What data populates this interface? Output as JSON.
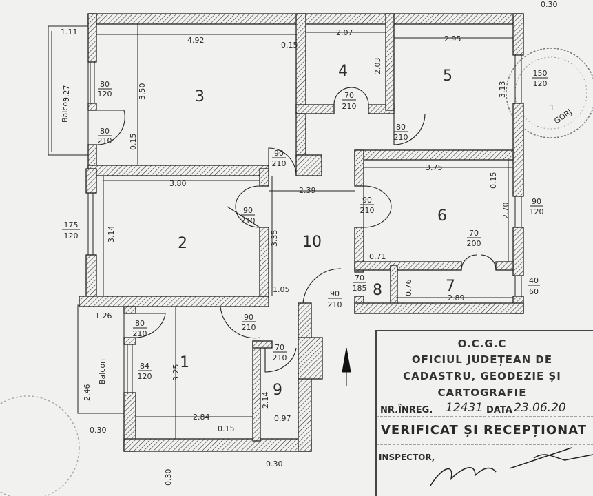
{
  "rooms": {
    "r1": "1",
    "r2": "2",
    "r3": "3",
    "r4": "4",
    "r5": "5",
    "r6": "6",
    "r7": "7",
    "r8": "8",
    "r9": "9",
    "r10": "10"
  },
  "balcony_label": "Balcon",
  "dims": {
    "wall_top_right": "0.30",
    "balcony_top_width": "1.11",
    "room3_width": "4.92",
    "wall_3_4": "0.15",
    "room4_width": "2.07",
    "room5_width": "2.95",
    "balcony_top_depth": "3.27",
    "room3_depth": "3.50",
    "room4_depth": "2.03",
    "room5_depth": "3.13",
    "wall_3_2": "0.15",
    "room2_width": "3.80",
    "hall_width": "2.39",
    "room6_width": "3.75",
    "wall_5_6": "0.15",
    "room6_depth": "2.70",
    "room2_depth": "3.14",
    "hall_depth": "3.35",
    "hall_bottom": "1.05",
    "room8_width": "0.71",
    "room7_depth": "0.76",
    "room7_width": "2.89",
    "balcony_bottom_width": "1.26",
    "balcony_bottom_depth": "2.46",
    "room1_depth": "3.25",
    "room1_width": "2.84",
    "wall_1_9": "0.15",
    "room9_depth": "2.14",
    "room9_width": "0.97",
    "wall_left_bottom": "0.30",
    "wall_right_bottom": "0.30",
    "wall_bottom": "0.30"
  },
  "openings": [
    {
      "w": "80",
      "h": "120"
    },
    {
      "w": "80",
      "h": "210"
    },
    {
      "w": "90",
      "h": "210"
    },
    {
      "w": "70",
      "h": "210"
    },
    {
      "w": "80",
      "h": "210"
    },
    {
      "w": "90",
      "h": "210"
    },
    {
      "w": "90",
      "h": "210"
    },
    {
      "w": "175",
      "h": "120"
    },
    {
      "w": "70",
      "h": "200"
    },
    {
      "w": "90",
      "h": "120"
    },
    {
      "w": "70",
      "h": "185"
    },
    {
      "w": "40",
      "h": "60"
    },
    {
      "w": "90",
      "h": "210"
    },
    {
      "w": "80",
      "h": "210"
    },
    {
      "w": "90",
      "h": "210"
    },
    {
      "w": "70",
      "h": "210"
    },
    {
      "w": "84",
      "h": "120"
    },
    {
      "w": "150",
      "h": "120"
    }
  ],
  "stamp": {
    "code": "O.C.G.C",
    "line1": "OFICIUL JUDEȚEAN DE",
    "line2": "CADASTRU, GEODEZIE ȘI",
    "line3": "CARTOGRAFIE",
    "reg_label": "NR.ÎNREG.",
    "reg_value": "12431",
    "date_label": "DATA",
    "date_value": "23.06.20",
    "verified": "VERIFICAT ȘI RECEPȚIONAT",
    "inspector": "INSPECTOR,"
  },
  "round_stamp": {
    "text": "GORJ",
    "number": "1"
  },
  "colors": {
    "ink": "#222222",
    "paper": "#f1f1ef",
    "stamp": "#555555"
  }
}
